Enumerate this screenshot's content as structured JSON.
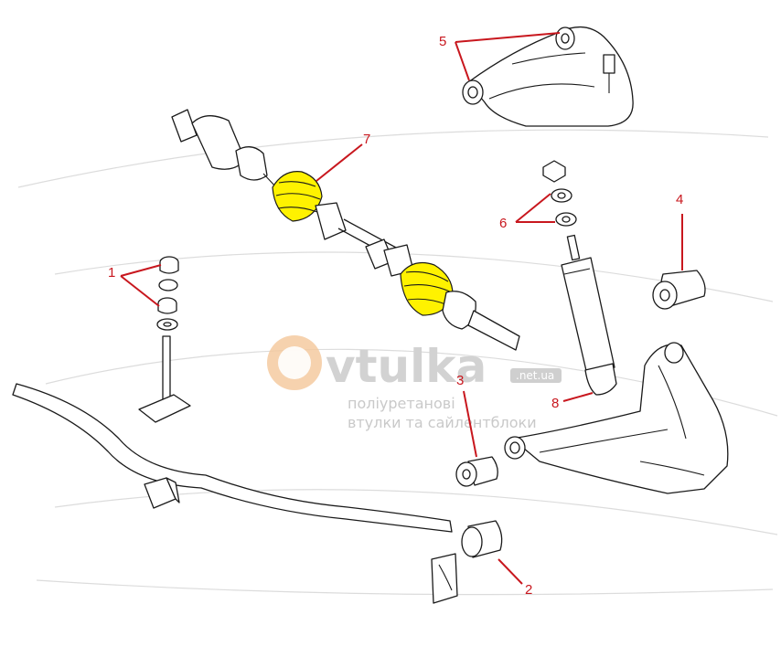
{
  "colors": {
    "callout": "#c8171e",
    "boot_highlight": "#fff200",
    "line_art": "#1a1a1a",
    "watermark": "#d2d2d2",
    "watermark_badge": "#f0b27a"
  },
  "watermark": {
    "brand": "vtulka",
    "suffix": ".net.ua",
    "line1": "поліуретанові",
    "line2": "втулки та сайлентблоки"
  },
  "callouts": [
    {
      "id": "1",
      "label": "1"
    },
    {
      "id": "2",
      "label": "2"
    },
    {
      "id": "3",
      "label": "3"
    },
    {
      "id": "4",
      "label": "4"
    },
    {
      "id": "5",
      "label": "5"
    },
    {
      "id": "6",
      "label": "6"
    },
    {
      "id": "7",
      "label": "7"
    },
    {
      "id": "8",
      "label": "8"
    }
  ]
}
